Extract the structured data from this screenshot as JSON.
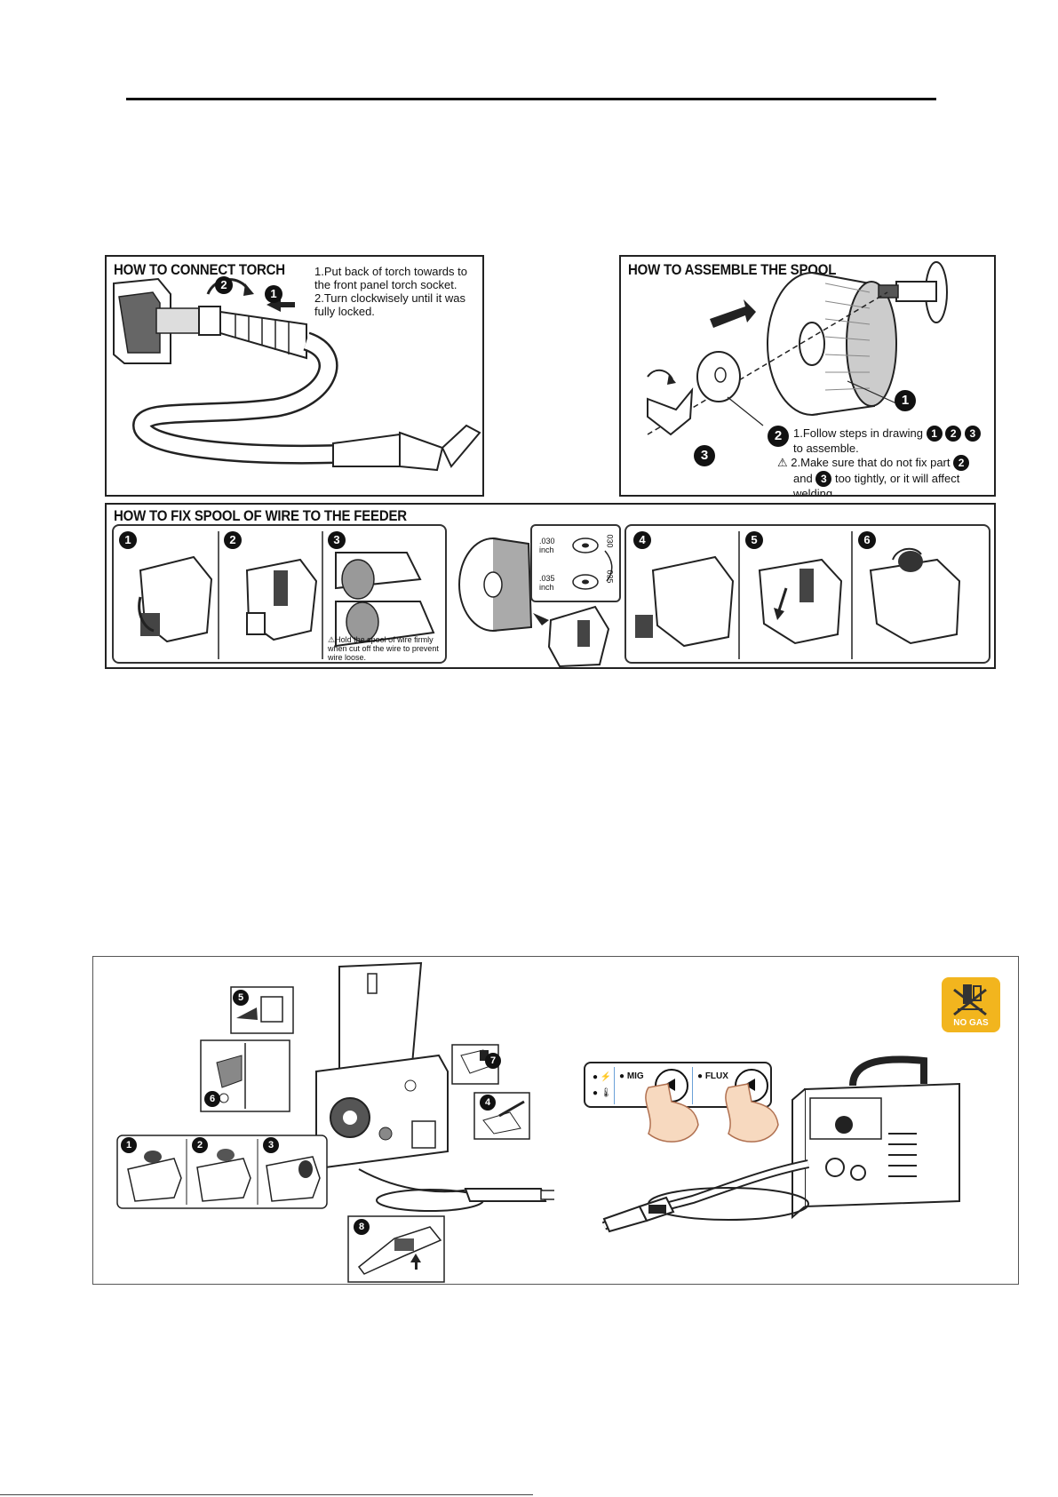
{
  "torch": {
    "title": "HOW TO CONNECT TORCH",
    "notes": [
      "1.Put back of torch towards to",
      "the front panel torch socket.",
      "2.Turn clockwisely until it was",
      "fully locked."
    ],
    "steps": [
      "1",
      "2"
    ]
  },
  "spool": {
    "title": "HOW TO ASSEMBLE THE SPOOL",
    "notes": [
      "1.Follow steps in drawing",
      "to assemble.",
      "2.Make sure that do not fix part",
      "and",
      "too tightly, or it will affect",
      "welding."
    ],
    "parts": [
      "1",
      "2",
      "3"
    ]
  },
  "feeder": {
    "title": "HOW TO FIX SPOOL OF WIRE TO THE FEEDER",
    "steps": [
      "1",
      "2",
      "3",
      "4",
      "5",
      "6"
    ],
    "warning": [
      "Hold the spool of wire firmly",
      "when cut off the wire to prevent",
      "wire loose."
    ],
    "sizes": [
      ".030",
      "inch",
      ".035",
      "inch"
    ],
    "roller_marks": [
      "030",
      "035"
    ]
  },
  "setup": {
    "steps": [
      "1",
      "2",
      "3",
      "4",
      "5",
      "6",
      "7",
      "8"
    ],
    "badge_label": "NO GAS",
    "modes": [
      "MIG",
      "FLUX"
    ]
  },
  "colors": {
    "badge": "#f2b51e",
    "ink": "#111111"
  }
}
